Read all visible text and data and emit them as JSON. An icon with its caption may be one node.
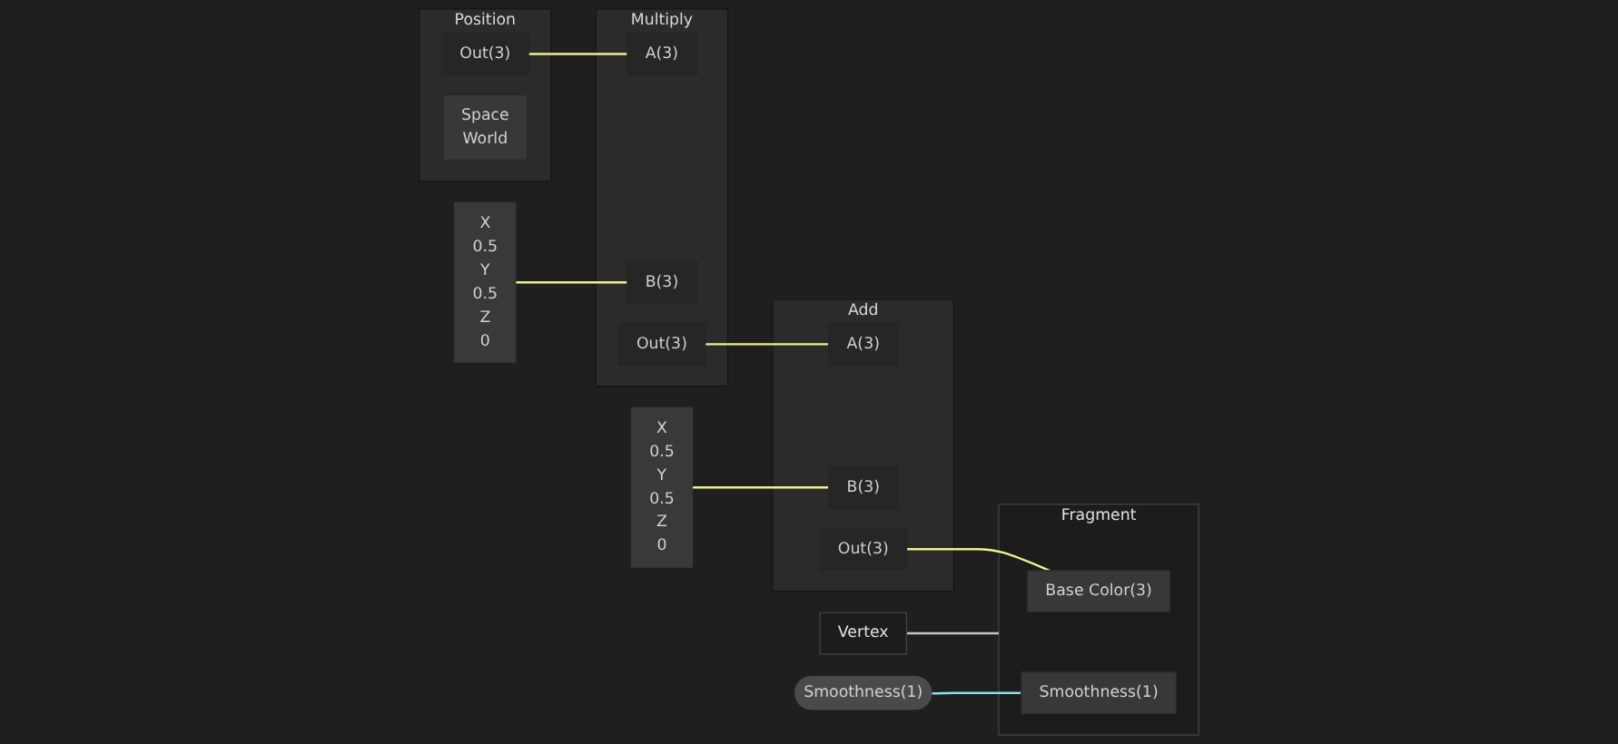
{
  "diagram": {
    "nodes": [
      {
        "text": [
          "Position"
        ]
      },
      {
        "text": [
          "Out(3)"
        ],
        "in": 0
      },
      {
        "text": [
          "Space",
          "World"
        ],
        "in": 0
      },
      {
        "text": [
          "Multiply"
        ]
      },
      {
        "text": [
          "A(3)"
        ],
        "in": 3
      },
      {
        "text": [
          "B(3)"
        ],
        "in": 3
      },
      {
        "text": [
          "Out(3)"
        ],
        "in": 3
      },
      {
        "text": [
          "X",
          "0.5",
          "Y",
          "0.5",
          "Z",
          "0"
        ]
      },
      {
        "text": [
          "Add"
        ]
      },
      {
        "text": [
          "A(3)"
        ],
        "in": 8
      },
      {
        "text": [
          "B(3)"
        ],
        "in": 8
      },
      {
        "text": [
          "Out(3)"
        ],
        "in": 8
      },
      {
        "text": [
          "X",
          "0.5",
          "Y",
          "0.5",
          "Z",
          "0"
        ]
      },
      {
        "text": [
          "Vertex"
        ]
      },
      {
        "text": [
          "Fragment"
        ]
      },
      {
        "text": [
          "Base Color(3)"
        ],
        "in": 14
      },
      {
        "text": [
          "Smoothness(1)"
        ],
        "in": 14
      },
      {
        "text": [
          "Smoothness(1)"
        ]
      }
    ],
    "edges": [
      {
        "from": 1,
        "to": 4,
        "arrow": "none"
      },
      {
        "from": 7,
        "to": 5,
        "arrow": "none"
      },
      {
        "from": 6,
        "to": 9,
        "arrow": "none"
      },
      {
        "from": 12,
        "to": 10,
        "arrow": "none"
      },
      {
        "from": 11,
        "to": 15,
        "arrow": "none"
      },
      {
        "from": 13,
        "to": 14,
        "arrow": "none",
        "color": "#c4c4c4"
      },
      {
        "from": 17,
        "to": 16,
        "arrow": "none",
        "color": "#84e4e7"
      }
    ]
  }
}
